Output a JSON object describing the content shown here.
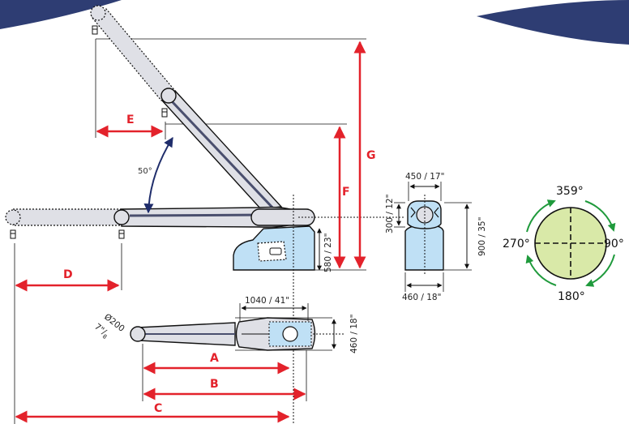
{
  "colors": {
    "red": "#e3222b",
    "navy": "#2e3d73",
    "green": "#1f9a3c",
    "arm_fill": "#dfe0e6",
    "arm_dark": "#4a4f6e",
    "base_fill": "#bfe0f5",
    "disc_fill": "#d9e9a8",
    "arc_arrow": "#1f2d6b"
  },
  "labels": {
    "A": "A",
    "B": "B",
    "C": "C",
    "D": "D",
    "E": "E",
    "F": "F",
    "G": "G"
  },
  "angle": "50°",
  "dimensions": {
    "arm_diameter": "Ø200",
    "arm_diameter_in_whole": "7",
    "arm_diameter_in_frac_num": "\"/",
    "arm_diameter_in_frac_den": "8",
    "top_length": "1040 / 41\"",
    "top_width": "460 / 18\"",
    "base_height": "580 / 23\"",
    "front_top_width": "450 / 17\"",
    "front_head_height": "300 / 12\"",
    "front_height": "900 / 35\"",
    "front_base_width": "460 / 18\""
  },
  "rotation": {
    "top": "359°",
    "right": "90°",
    "bottom": "180°",
    "left": "270°"
  }
}
